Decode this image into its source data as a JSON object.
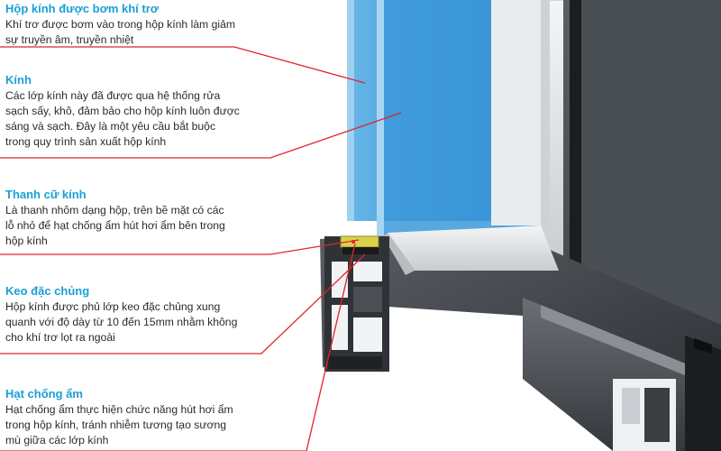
{
  "callouts": [
    {
      "title": "Hộp kính được bơm khí trơ",
      "desc": "Khí trơ được bơm vào trong hộp kính làm giảm\nsự truyền âm, truyền nhiệt"
    },
    {
      "title": "Kính",
      "desc": "Các lớp kính này đã được qua hệ thống rửa\nsạch sấy, khô, đảm bảo cho hộp kính luôn được\nsáng và sạch. Đây là một yêu cầu bắt buộc\ntrong quy trình sản xuất hộp kính"
    },
    {
      "title": "Thanh cữ kính",
      "desc": "Là thanh nhôm dạng hộp, trên bề mặt có các\nlỗ nhỏ để hạt chống ẩm hút hơi ẩm bên trong\nhộp kính"
    },
    {
      "title": "Keo đặc chủng",
      "desc": "Hộp kính được phủ lớp keo đặc chủng xung\nquanh với độ dày từ 10 đến 15mm nhằm không\ncho khí trơ lọt ra ngoài"
    },
    {
      "title": "Hạt chống ẩm",
      "desc": "Hạt chống ẩm thực hiện chức năng hút hơi ẩm\ntrong hộp kính, tránh nhiễm tương tạo sương\nmù giữa các lớp kính"
    }
  ],
  "colors": {
    "title": "#1a9fd6",
    "leader": "#e0242b",
    "glass": "#2d8fd4",
    "frame_dark": "#3c4044",
    "frame_light": "#e8eaec",
    "spacer": "#d9d24a"
  }
}
